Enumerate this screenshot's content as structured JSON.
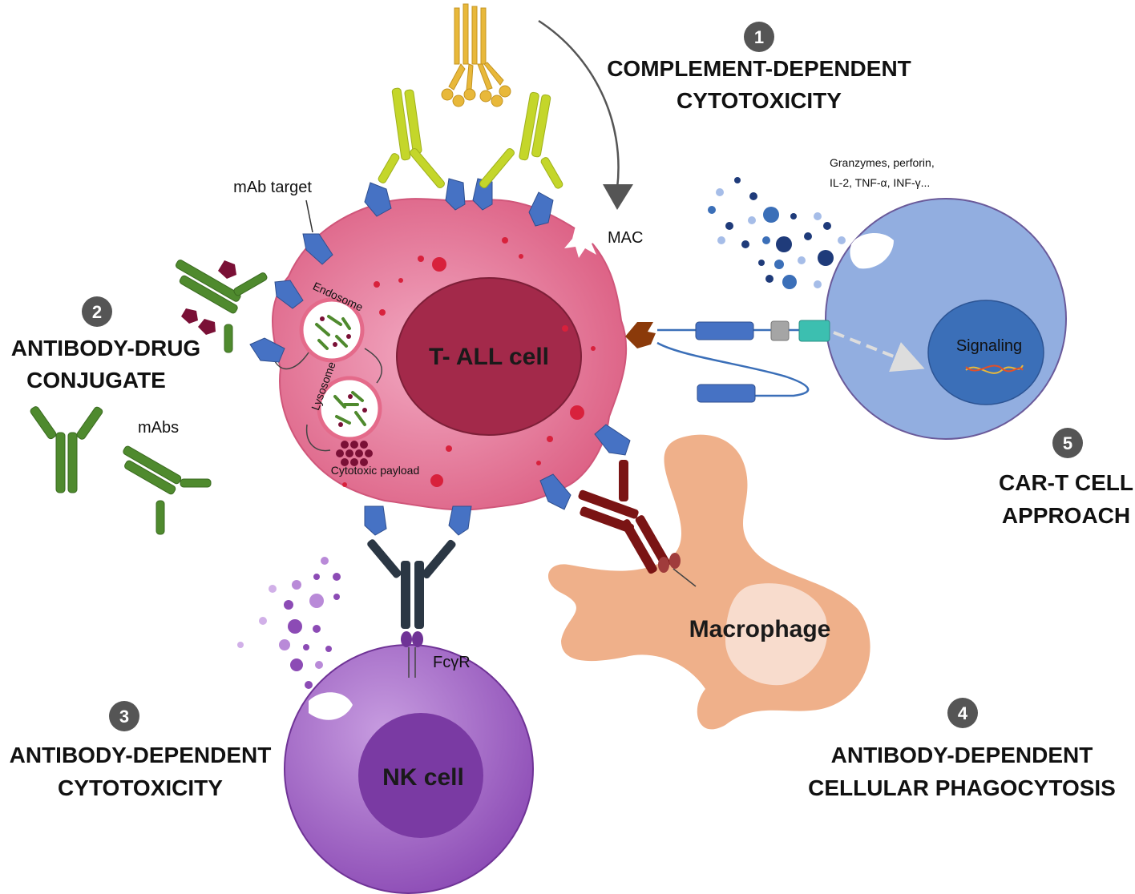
{
  "sections": {
    "cdc": {
      "number": "1",
      "title_line1": "COMPLEMENT-DEPENDENT",
      "title_line2": "CYTOTOXICITY"
    },
    "adc": {
      "number": "2",
      "title_line1": "ANTIBODY-DRUG",
      "title_line2": "CONJUGATE"
    },
    "adcc": {
      "number": "3",
      "title_line1": "ANTIBODY-DEPENDENT",
      "title_line2": "CYTOTOXICITY"
    },
    "adcp": {
      "number": "4",
      "title_line1": "ANTIBODY-DEPENDENT",
      "title_line2": "CELLULAR PHAGOCYTOSIS"
    },
    "cart": {
      "number": "5",
      "title_line1": "CAR-T CELL",
      "title_line2": "APPROACH"
    }
  },
  "labels": {
    "tall_cell": "T- ALL cell",
    "mab_target": "mAb target",
    "mac": "MAC",
    "mabs": "mAbs",
    "endosome": "Endosome",
    "lysosome": "Lysosome",
    "cytotoxic_payload": "Cytotoxic payload",
    "granzymes_line1": "Granzymes, perforin,",
    "granzymes_line2": "IL-2, TNF-α, INF-γ...",
    "signaling": "Signaling",
    "macrophage": "Macrophage",
    "nk_cell": "NK cell",
    "fcyr": "FcγR"
  },
  "colors": {
    "tall_cell": "#e06a8c",
    "tall_nucleus": "#a3294a",
    "nk_cell": "#9b5cc0",
    "nk_nucleus": "#7a3aa3",
    "macrophage": "#efb08a",
    "macrophage_nucleus": "#f8dccd",
    "cart_cell": "#92aee0",
    "cart_nucleus": "#3b6fb8",
    "target": "#4672c4",
    "adc_antibody": "#4f8a2e",
    "cdc_antibody": "#c4d62a",
    "complement": "#e8b83a",
    "adcc_antibody": "#2b3744",
    "adcp_antibody": "#7a1414",
    "badge": "#555555"
  }
}
